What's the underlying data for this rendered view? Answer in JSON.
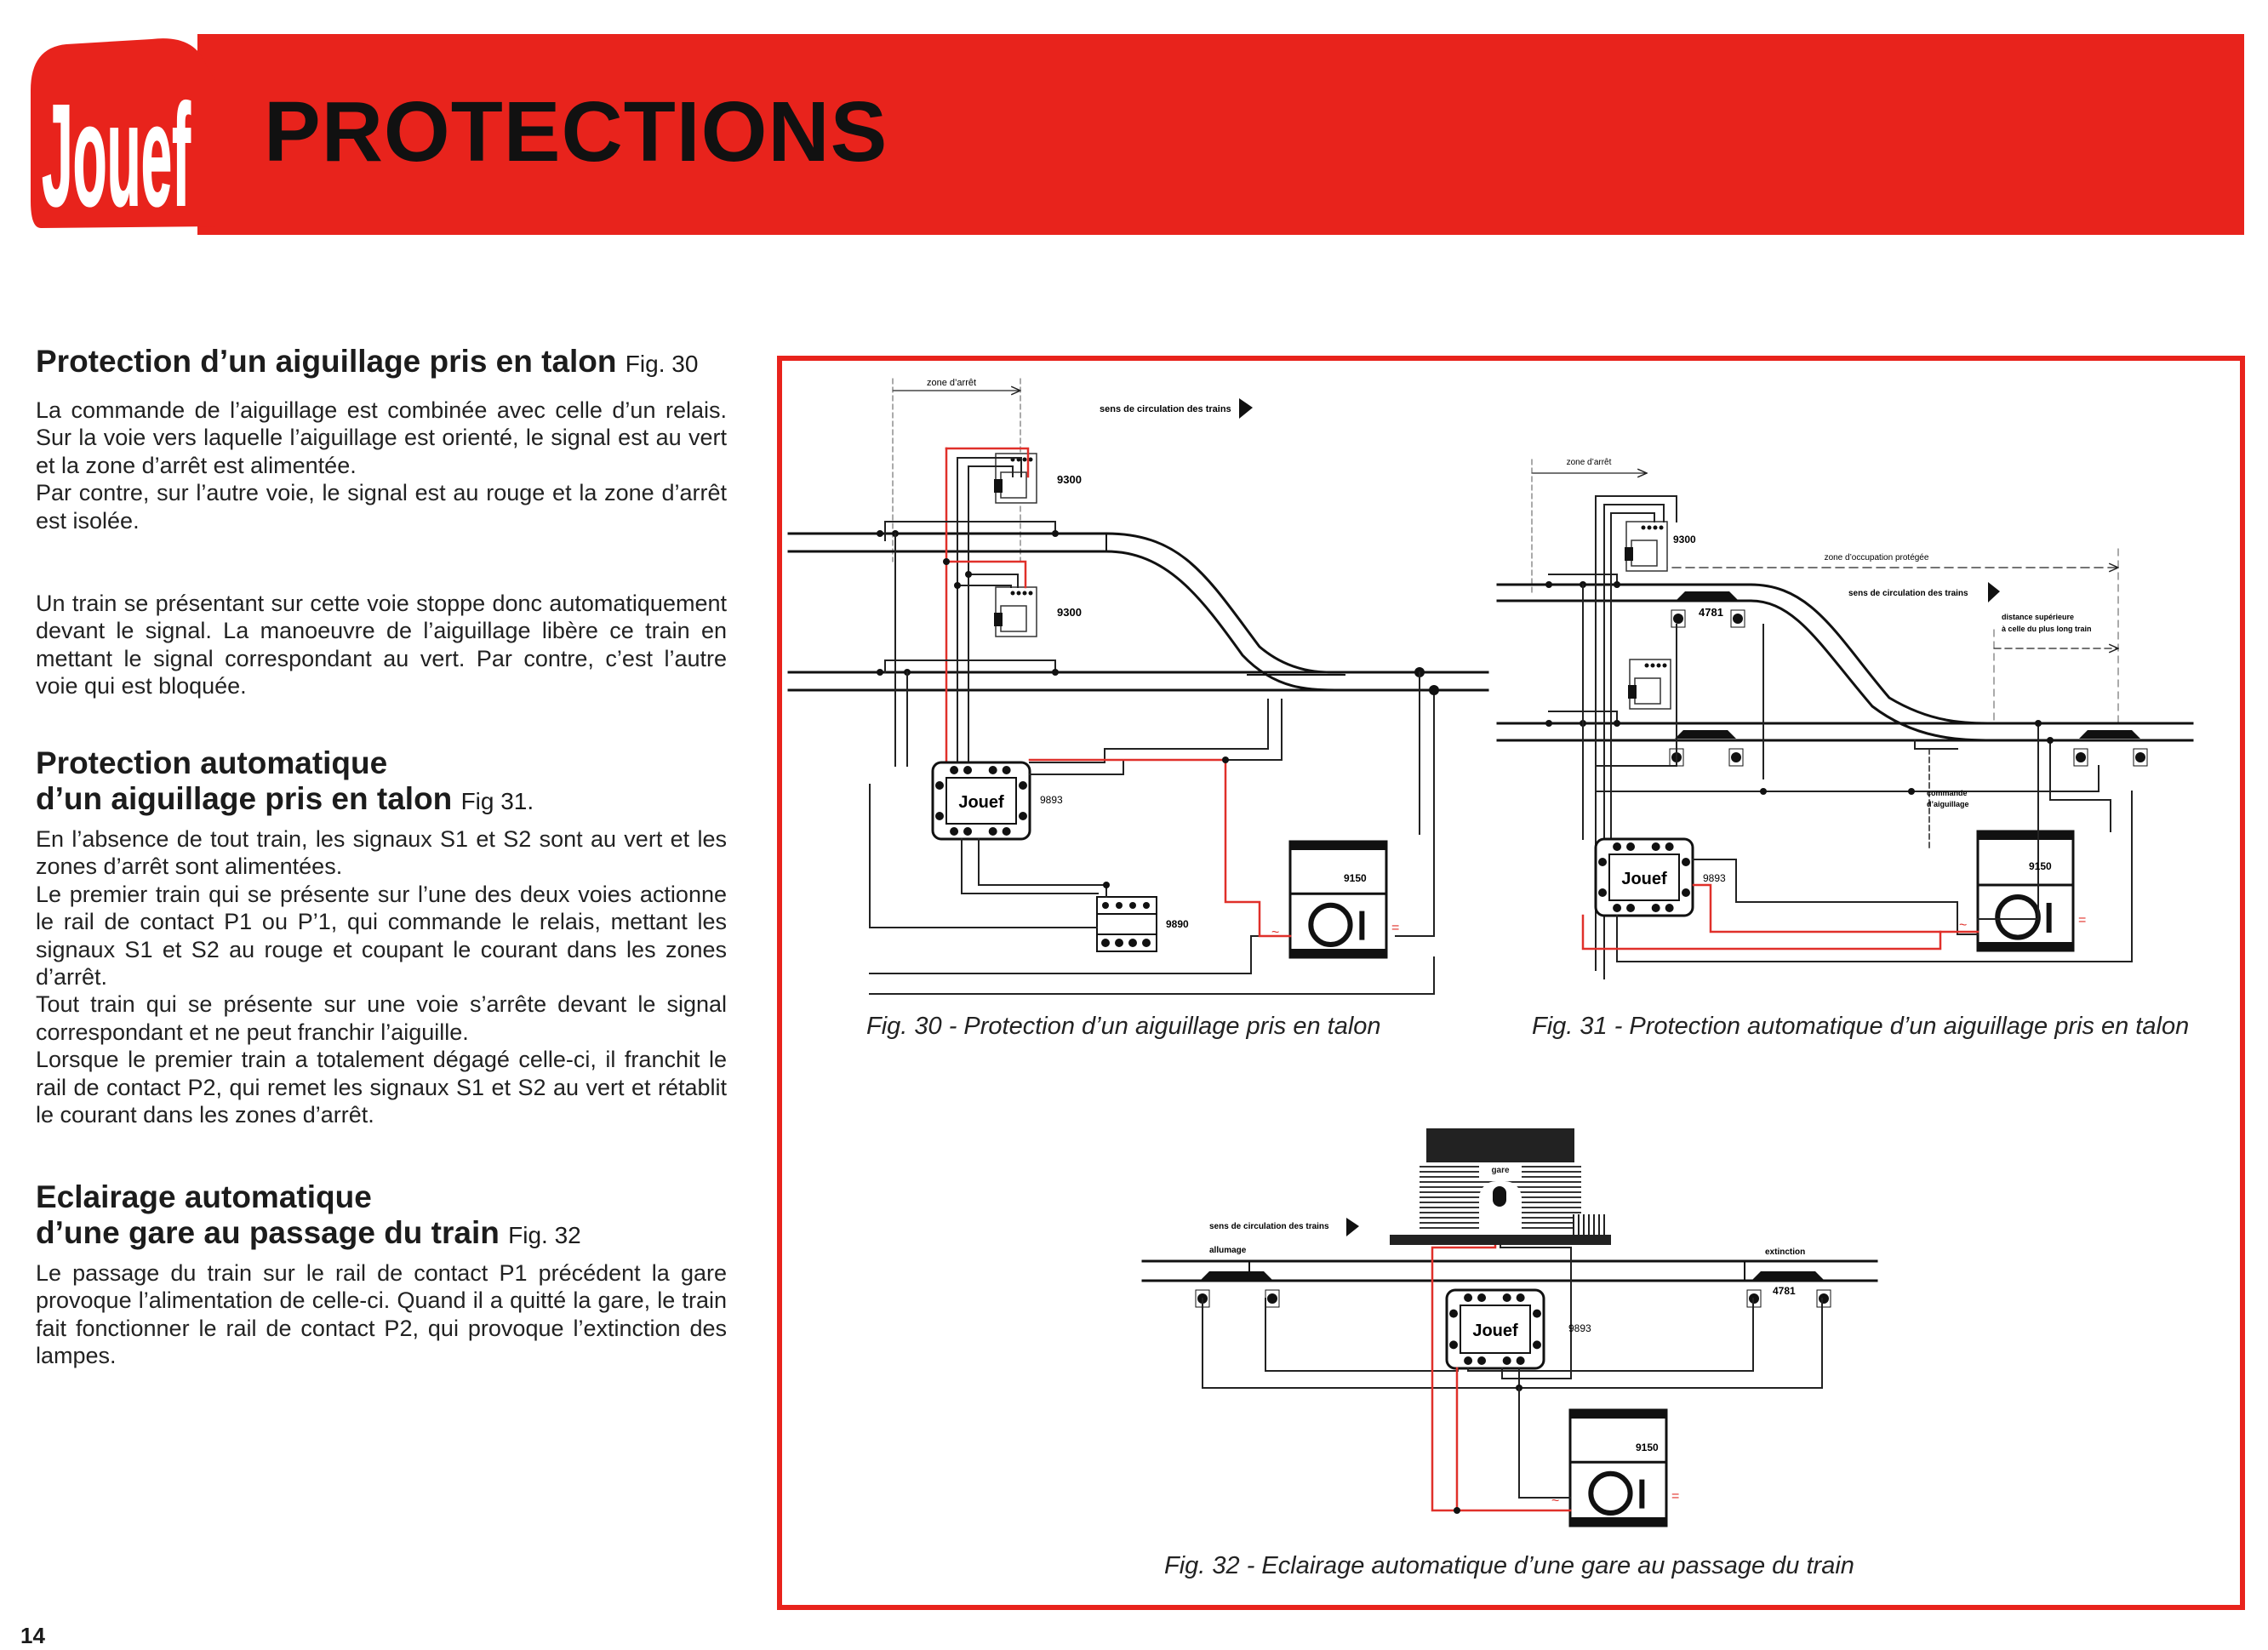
{
  "header": {
    "brand": "Jouef",
    "title": "PROTECTIONS"
  },
  "sections": [
    {
      "heading": "Protection d’un aiguillage pris en talon",
      "fig_ref": "Fig. 30",
      "paragraphs": [
        "La commande de l’aiguillage est combinée avec celle d’un relais. Sur la voie vers laquelle l’aiguillage est orienté, le signal est au vert et la zone d’arrêt est alimentée.\nPar contre, sur l’autre voie, le signal est au rouge et la zone d’arrêt est isolée.",
        "Un train se présentant sur cette voie stoppe donc automatiquement devant le signal. La manoeuvre de l’aiguillage libère ce train en mettant le signal correspondant au vert. Par contre, c’est l’autre voie qui est bloquée."
      ]
    },
    {
      "heading_line1": "Protection automatique",
      "heading_line2": "d’un aiguillage pris en talon",
      "fig_ref": "Fig 31.",
      "paragraphs": [
        "En l’absence de tout train, les signaux S1 et S2 sont au vert et les zones d’arrêt sont alimentées.\nLe premier train qui se présente sur l’une des deux voies actionne le rail de contact P1 ou P’1, qui commande le relais, mettant les signaux S1 et S2 au rouge et coupant le courant dans les zones d’arrêt.\n  Tout train qui se présente sur une voie s’arrête devant le signal correspondant et ne peut franchir l’aiguille.\nLorsque le premier train a totalement dégagé celle-ci, il franchit le rail de contact P2, qui remet les signaux S1 et S2 au vert et rétablit le courant dans les zones d’arrêt."
      ]
    },
    {
      "heading_line1": "Eclairage automatique",
      "heading_line2": "d’une gare au passage du train",
      "fig_ref": "Fig. 32",
      "paragraphs": [
        "Le passage du train sur le rail de contact P1 précédent la gare provoque l’alimentation de celle-ci. Quand il a quitté la gare, le train fait fonctionner le rail de contact P2, qui provoque l’extinction des lampes."
      ]
    }
  ],
  "figures": {
    "fig30": {
      "zone_arret": "zone d’arrêt",
      "direction": "sens de circulation des trains",
      "signal1": "9300",
      "signal2": "9300",
      "relay": "9893",
      "relay2": "9890",
      "power": "9150",
      "caption": "Fig. 30  -  Protection d’un aiguillage pris en talon"
    },
    "fig31": {
      "zone_arret": "zone d’arrêt",
      "signal": "9300",
      "zone_occupation": "zone d’occupation protégée",
      "direction": "sens de circulation des trains",
      "contact": "4781",
      "distance_line1": "distance supérieure",
      "distance_line2": "à celle du plus long train",
      "commande_line1": "commande",
      "commande_line2": "d’aiguillage",
      "relay": "9893",
      "power": "9150",
      "caption": "Fig. 31  -  Protection automatique d’un aiguillage pris en talon"
    },
    "fig32": {
      "station": "gare",
      "direction": "sens de circulation des trains",
      "allumage": "allumage",
      "extinction": "extinction",
      "contact": "4781",
      "relay": "9893",
      "power": "9150",
      "caption": "Fig. 32  -  Eclairage automatique d’une gare au passage du train"
    }
  },
  "page_number": "14",
  "colors": {
    "brand_red": "#e8231c",
    "wire_red": "#e0302a"
  }
}
